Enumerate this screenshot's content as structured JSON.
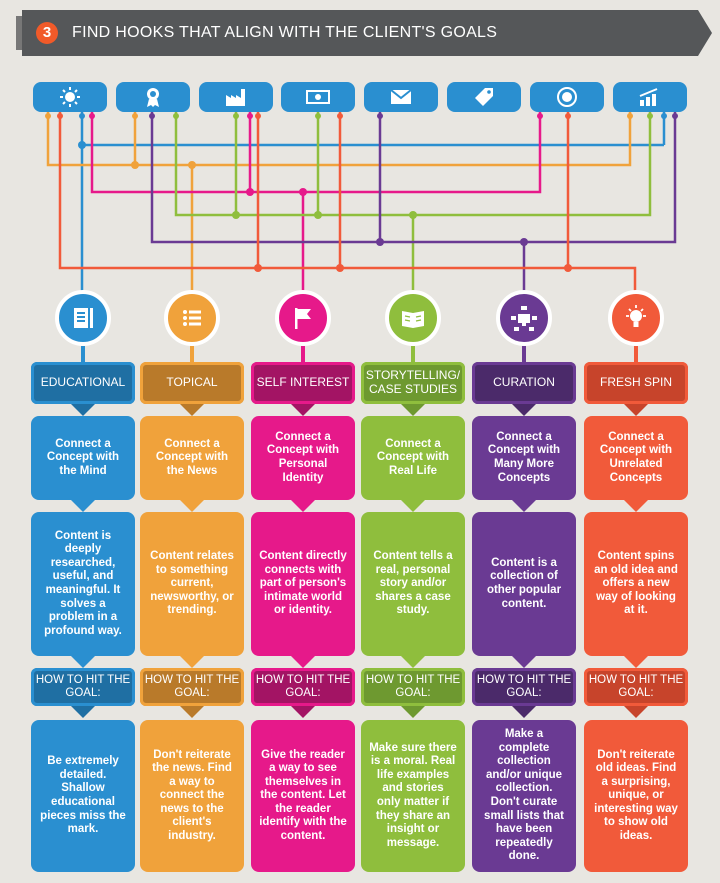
{
  "banner": {
    "step": "3",
    "title": "FIND HOOKS THAT ALIGN WITH THE CLIENT'S GOALS"
  },
  "goal_icons": [
    "sun-icon",
    "award-ribbon-icon",
    "factory-icon",
    "money-bill-icon",
    "email-icon",
    "price-tag-icon",
    "new-badge-icon",
    "bar-chart-icon"
  ],
  "colors": {
    "blue": "#2a8fd0",
    "orange": "#f0a23b",
    "magenta": "#e6198a",
    "green": "#8fbe3d",
    "purple": "#6a3a93",
    "red": "#f15a3a",
    "blue_dark": "#1f6fa3",
    "orange_dark": "#b97a2a",
    "magenta_dark": "#a31464",
    "green_dark": "#6e9930",
    "purple_dark": "#4b2a6a",
    "red_dark": "#c7442b"
  },
  "hooks": [
    {
      "icon": "document-icon",
      "label": "EDUCATIONAL",
      "concept": "Connect a Concept with the Mind",
      "description": "Content is deeply researched, useful, and meaningful. It solves a problem in a profound way.",
      "howto": "HOW TO HIT THE GOAL:",
      "tip": "Be extremely detailed. Shallow educational pieces miss the mark."
    },
    {
      "icon": "list-icon",
      "label": "TOPICAL",
      "concept": "Connect a Concept with the News",
      "description": "Content relates to something current, newsworthy, or trending.",
      "howto": "HOW TO HIT THE GOAL:",
      "tip": "Don't reiterate the news. Find a way to connect the news to the client's industry."
    },
    {
      "icon": "flag-icon",
      "label": "SELF INTEREST",
      "concept": "Connect a Concept with Personal Identity",
      "description": "Content directly connects with part of person's intimate world or identity.",
      "howto": "HOW TO HIT THE GOAL:",
      "tip": "Give the reader a way to see themselves in the content. Let the reader identify with the content."
    },
    {
      "icon": "book-icon",
      "label": "STORYTELLING/ CASE STUDIES",
      "concept": "Connect a Concept with Real Life",
      "description": "Content tells a real, personal story and/or shares a case study.",
      "howto": "HOW TO HIT THE GOAL:",
      "tip": "Make sure there is a moral. Real life examples and stories only matter if they share an insight or message."
    },
    {
      "icon": "network-monitor-icon",
      "label": "CURATION",
      "concept": "Connect a Concept with Many More Concepts",
      "description": "Content is a collection of other popular content.",
      "howto": "HOW TO HIT THE GOAL:",
      "tip": "Make a complete collection and/or unique collection. Don't curate small lists that have been repeatedly done."
    },
    {
      "icon": "lightbulb-icon",
      "label": "FRESH SPIN",
      "concept": "Connect a Concept with Unrelated Concepts",
      "description": "Content spins an old idea and offers a new way of looking at it.",
      "howto": "HOW TO HIT THE GOAL:",
      "tip": "Don't reiterate old ideas. Find a surprising, unique, or interesting way to show old ideas."
    }
  ]
}
